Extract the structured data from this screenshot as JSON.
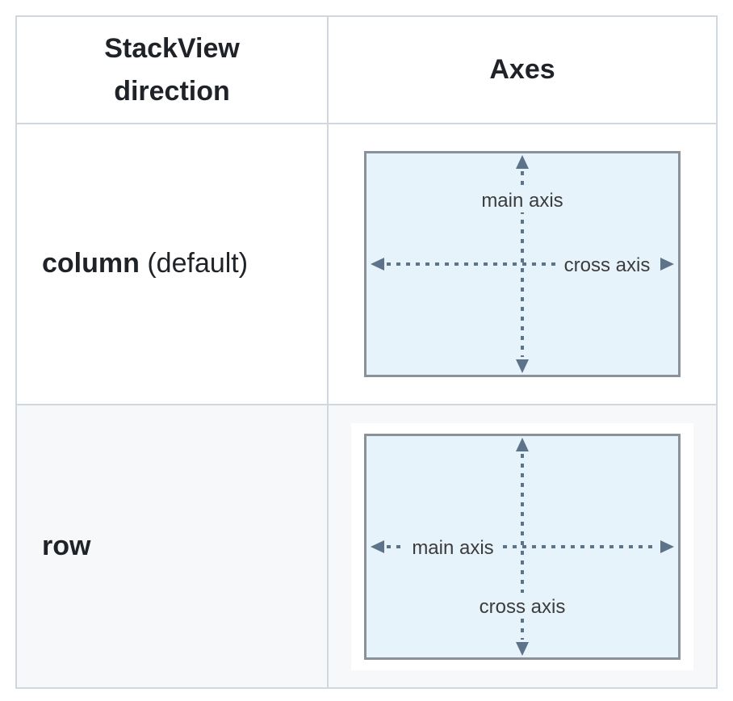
{
  "table": {
    "header": {
      "col1": "StackView direction",
      "col2": "Axes"
    },
    "rows": [
      {
        "label_bold": "column",
        "label_rest": " (default)",
        "diagram": "column"
      },
      {
        "label_bold": "row",
        "label_rest": "",
        "diagram": "row"
      }
    ]
  },
  "diagrams": {
    "column": {
      "main_axis": "main axis",
      "cross_axis": "cross axis",
      "main_axis_orientation": "vertical",
      "cross_axis_orientation": "horizontal"
    },
    "row": {
      "main_axis": "main axis",
      "cross_axis": "cross axis",
      "main_axis_orientation": "horizontal",
      "cross_axis_orientation": "vertical"
    }
  },
  "colors": {
    "table_border": "#d0d7de",
    "alt_row_background": "#f6f8fa",
    "text": "#1f2328",
    "diagram_fill": "#e7f3fa",
    "diagram_border": "#8a9199",
    "arrow": "#5d7389",
    "diagram_label": "#3c3c3e"
  }
}
